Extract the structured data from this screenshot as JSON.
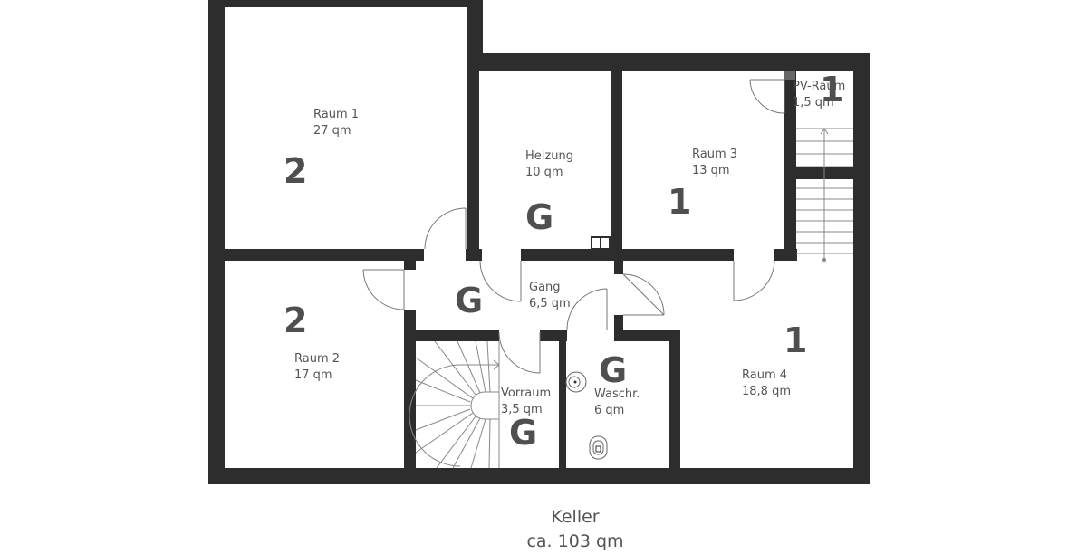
{
  "plan": {
    "floor_name": "Keller",
    "total_area": "ca. 103 qm",
    "wall_color": "#2d2d2d",
    "rooms": [
      {
        "name": "Raum 1",
        "area": "27 qm",
        "mark": "2"
      },
      {
        "name": "Raum 2",
        "area": "17 qm",
        "mark": "2"
      },
      {
        "name": "Heizung",
        "area": "10 qm",
        "mark": "G"
      },
      {
        "name": "Raum 3",
        "area": "13 qm",
        "mark": "1"
      },
      {
        "name": "PV-Raum",
        "area": "1,5 qm",
        "mark": "1"
      },
      {
        "name": "Gang",
        "area": "6,5 qm",
        "mark": "G"
      },
      {
        "name": "Vorraum",
        "area": "3,5 qm",
        "mark": "G"
      },
      {
        "name": "Waschr.",
        "area": "6 qm",
        "mark": "G"
      },
      {
        "name": "Raum 4",
        "area": "18,8 qm",
        "mark": "1"
      }
    ]
  }
}
